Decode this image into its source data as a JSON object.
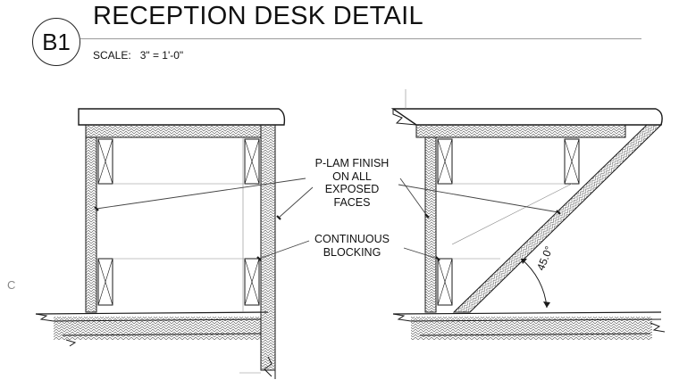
{
  "header": {
    "detail_tag": "B1",
    "title": "RECEPTION DESK DETAIL",
    "scale_label": "SCALE:",
    "scale_value": "3\" = 1'-0\""
  },
  "notes": {
    "plam_lines": [
      "P-LAM FINISH",
      "ON ALL",
      "EXPOSED",
      "FACES"
    ],
    "blocking_lines": [
      "CONTINUOUS",
      "BLOCKING"
    ]
  },
  "angle": "45.0°",
  "margin_mark": "C",
  "colors": {
    "line": "#1a1a1a",
    "hatch": "#555555",
    "leader": "#444444",
    "rule": "#9a9a9a"
  }
}
